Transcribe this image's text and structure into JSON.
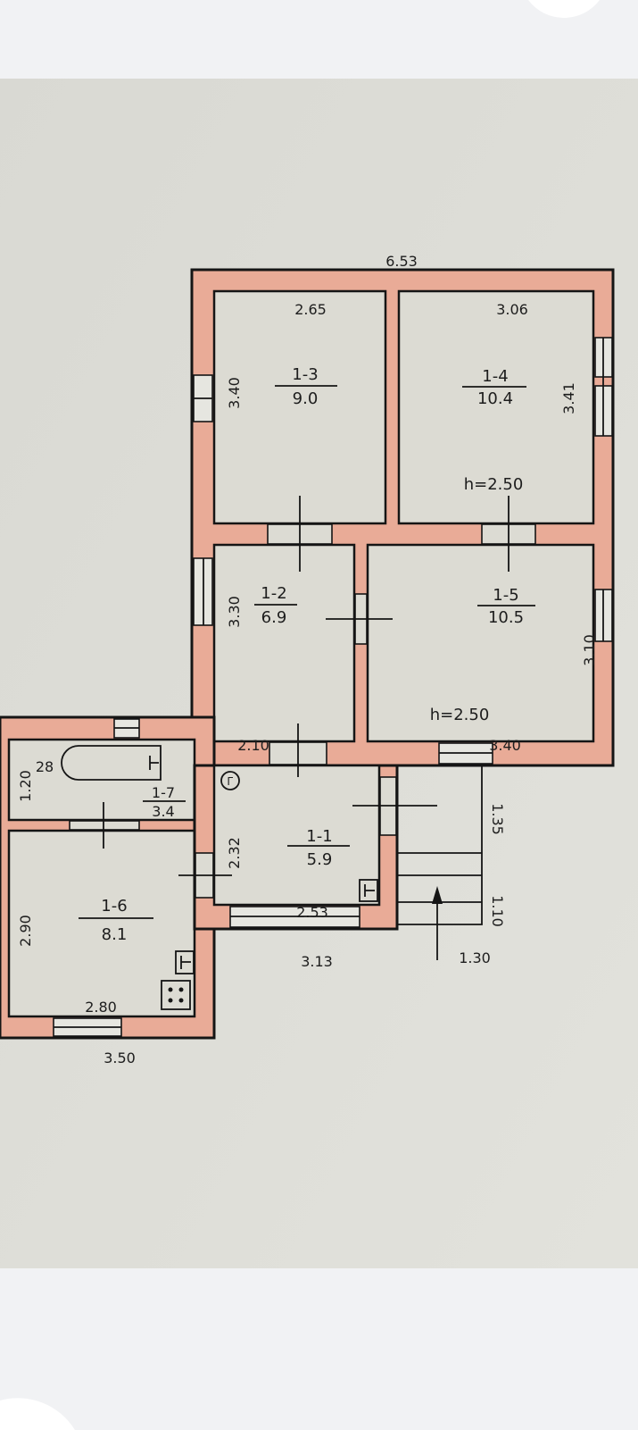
{
  "viewer": {
    "background": "#f1f2f4"
  },
  "plan": {
    "colors": {
      "wall": "#e9ab97",
      "paper": "#dcdbd3",
      "line": "#151515"
    },
    "rooms": [
      {
        "id": "1-1",
        "area": "5.9"
      },
      {
        "id": "1-2",
        "area": "6.9"
      },
      {
        "id": "1-3",
        "area": "9.0"
      },
      {
        "id": "1-4",
        "area": "10.4"
      },
      {
        "id": "1-5",
        "area": "10.5"
      },
      {
        "id": "1-6",
        "area": "8.1"
      },
      {
        "id": "1-7",
        "area": "3.4"
      }
    ],
    "heights": [
      "h=2.50",
      "h=2.50"
    ],
    "dimensions": {
      "overall_top": "6.53",
      "r13_width": "2.65",
      "r14_width": "3.06",
      "r13_height": "3.40",
      "r14_height": "3.41",
      "r12_height": "3.30",
      "r15_height": "3.10",
      "r12_width": "2.10",
      "r15_width": "3.40",
      "bath_small": "28",
      "r17_height": "1.20",
      "r16_height": "2.90",
      "r16_width": "2.80",
      "annex_width": "3.50",
      "r11_height": "2.32",
      "r11_width": "2.53",
      "r11_outer": "3.13",
      "porch_upper": "1.35",
      "porch_lower": "1.10",
      "porch_width": "1.30"
    },
    "marker": "Г"
  }
}
